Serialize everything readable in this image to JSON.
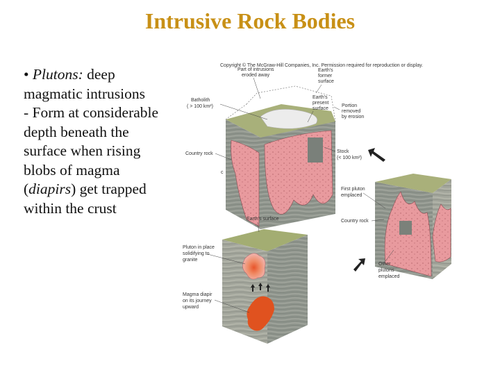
{
  "title": "Intrusive Rock Bodies",
  "bullets": {
    "line1_bullet": "• ",
    "line1_term": "Plutons:",
    "line1_rest": " deep",
    "line2": "magmatic intrusions",
    "line3": "- Form at considerable",
    "line4": "depth beneath the",
    "line5": "surface when rising",
    "line6": "blobs of magma",
    "line7_open": "(",
    "line7_term": "diapirs",
    "line7_rest": ") get trapped",
    "line8": "within the crust"
  },
  "figure": {
    "copyright": "Copyright © The McGraw-Hill Companies, Inc. Permission required for reproduction or display.",
    "labels": {
      "part_eroded_1": "Part of intrusions",
      "part_eroded_2": "eroded away",
      "former_surface_1": "Earth's",
      "former_surface_2": "former",
      "former_surface_3": "surface",
      "batholith_1": "Batholith",
      "batholith_2": "( > 100 km²)",
      "present_surface_1": "Earth's",
      "present_surface_2": "present",
      "present_surface_3": "surface",
      "portion_removed_1": "Portion",
      "portion_removed_2": "removed",
      "portion_removed_3": "by erosion",
      "country_rock_top": "Country rock",
      "stock_1": "Stock",
      "stock_2": "(< 100 km²)",
      "panel_c": "c",
      "first_pluton_1": "First pluton",
      "first_pluton_2": "emplaced",
      "earth_surface": "Earth's surface",
      "country_rock_mid": "Country rock",
      "pluton_in_place_1": "Pluton in place",
      "pluton_in_place_2": "solidifying to",
      "pluton_in_place_3": "granite",
      "other_plutons_1": "Other",
      "other_plutons_2": "plutons",
      "other_plutons_3": "emplaced",
      "magma_diapir_1": "Magma diapir",
      "magma_diapir_2": "on its journey",
      "magma_diapir_3": "upward"
    },
    "colors": {
      "title": "#c89016",
      "pluton": "#e89a9e",
      "country_rock": "#8e938a",
      "surface": "#9aa870",
      "magma": "#e0521f"
    }
  }
}
